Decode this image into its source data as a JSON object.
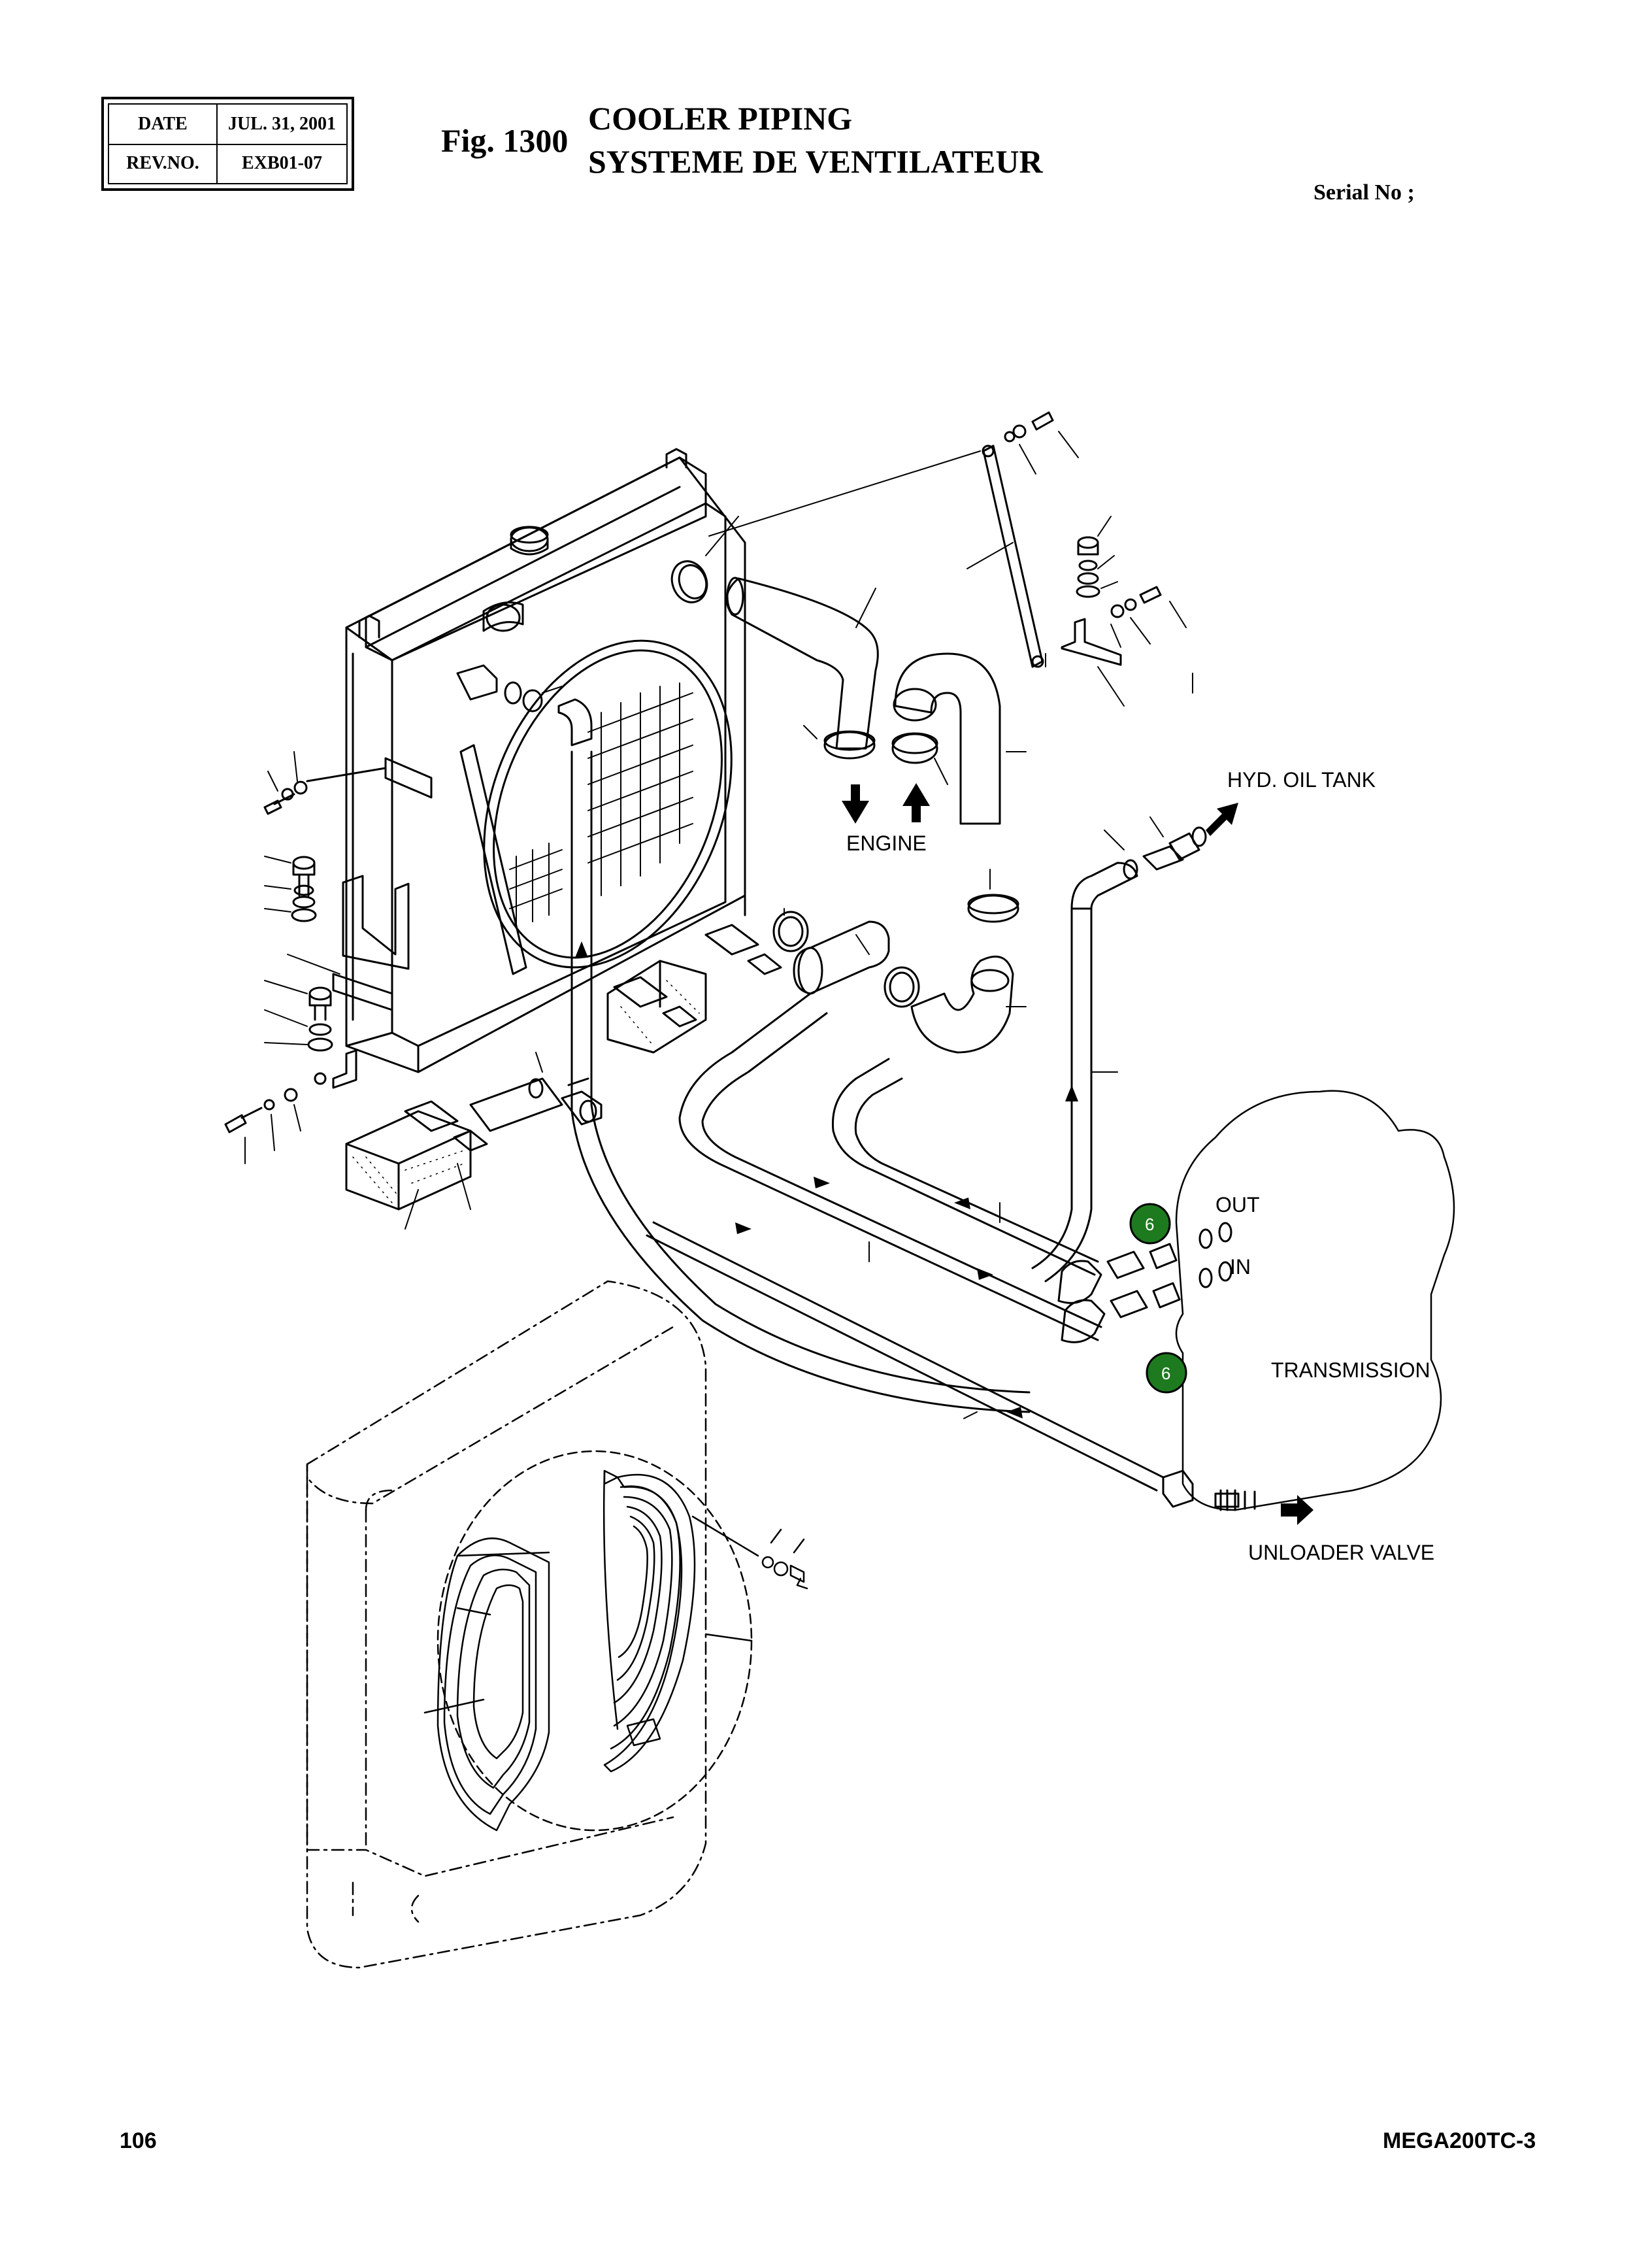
{
  "header": {
    "date_label": "DATE",
    "date_value": "JUL. 31, 2001",
    "rev_label": "REV.NO.",
    "rev_value": "EXB01-07"
  },
  "figure": {
    "number": "Fig. 1300",
    "title_line1": "COOLER PIPING",
    "title_line2": "SYSTEME DE VENTILATEUR",
    "serial": "Serial No ;"
  },
  "labels": {
    "hyd_oil_tank": "HYD. OIL TANK",
    "engine": "ENGINE",
    "out": "OUT",
    "in": "IN",
    "transmission": "TRANSMISSION",
    "unloader_valve": "UNLOADER VALVE"
  },
  "callouts": {
    "marker_out": "6",
    "marker_in": "6",
    "marker_color": "#1e7a1e"
  },
  "footer": {
    "page_number": "106",
    "model": "MEGA200TC-3"
  }
}
